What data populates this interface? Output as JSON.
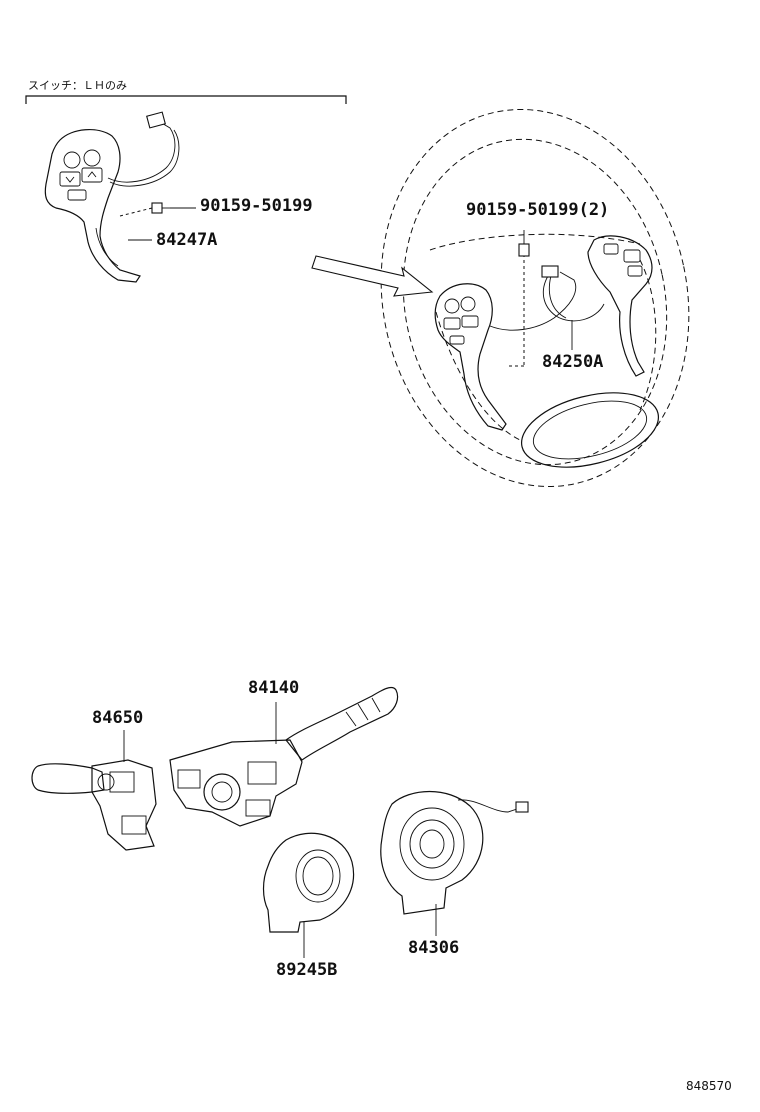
{
  "variant_note": "スイッチ：ＬＨのみ",
  "parts": {
    "screw_left": "90159-50199",
    "switch_left": "84247A",
    "screw_right": "90159-50199(2)",
    "switch_right": "84250A",
    "combination_switch": "84140",
    "wiper_switch": "84650",
    "sensor": "89245B",
    "spiral_cable": "84306"
  },
  "drawing_number": "848570"
}
